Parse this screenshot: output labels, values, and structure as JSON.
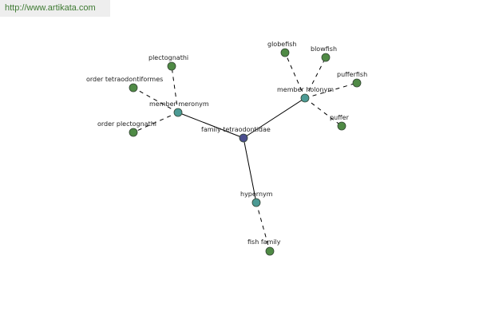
{
  "watermark": {
    "text": "http://www.artikata.com"
  },
  "colors": {
    "root": "#4b4e8e",
    "relation": "#4c9a94",
    "leaf": "#4f8a45",
    "edge": "#000000"
  },
  "graph": {
    "nodes": [
      {
        "id": "family-tetraodontidae",
        "label": "family tetraodontidae",
        "kind": "root"
      },
      {
        "id": "member-meronym",
        "label": "member meronym",
        "kind": "relation"
      },
      {
        "id": "member-holonym",
        "label": "member holonym",
        "kind": "relation"
      },
      {
        "id": "hypernym",
        "label": "hypernym",
        "kind": "relation"
      },
      {
        "id": "plectognathi",
        "label": "plectognathi",
        "kind": "leaf"
      },
      {
        "id": "order-tetraodontiformes",
        "label": "order tetraodontiformes",
        "kind": "leaf"
      },
      {
        "id": "order-plectognathi",
        "label": "order plectognathi",
        "kind": "leaf"
      },
      {
        "id": "globefish",
        "label": "globefish",
        "kind": "leaf"
      },
      {
        "id": "blowfish",
        "label": "blowfish",
        "kind": "leaf"
      },
      {
        "id": "pufferfish",
        "label": "pufferfish",
        "kind": "leaf"
      },
      {
        "id": "puffer",
        "label": "puffer",
        "kind": "leaf"
      },
      {
        "id": "fish-family",
        "label": "fish family",
        "kind": "leaf"
      }
    ],
    "edges": [
      {
        "from": "family-tetraodontidae",
        "to": "member-meronym",
        "style": "solid"
      },
      {
        "from": "family-tetraodontidae",
        "to": "member-holonym",
        "style": "solid"
      },
      {
        "from": "family-tetraodontidae",
        "to": "hypernym",
        "style": "solid"
      },
      {
        "from": "member-meronym",
        "to": "plectognathi",
        "style": "dashed"
      },
      {
        "from": "member-meronym",
        "to": "order-tetraodontiformes",
        "style": "dashed"
      },
      {
        "from": "member-meronym",
        "to": "order-plectognathi",
        "style": "dashed"
      },
      {
        "from": "member-holonym",
        "to": "globefish",
        "style": "dashed"
      },
      {
        "from": "member-holonym",
        "to": "blowfish",
        "style": "dashed"
      },
      {
        "from": "member-holonym",
        "to": "pufferfish",
        "style": "dashed"
      },
      {
        "from": "member-holonym",
        "to": "puffer",
        "style": "dashed"
      },
      {
        "from": "hypernym",
        "to": "fish-family",
        "style": "dashed"
      }
    ]
  }
}
